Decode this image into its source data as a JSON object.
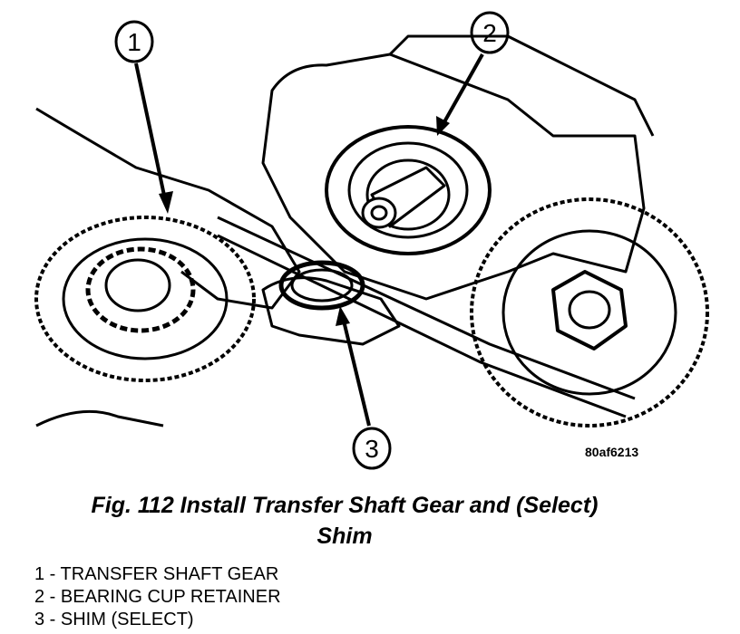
{
  "figure": {
    "callouts": [
      {
        "number": "1"
      },
      {
        "number": "2"
      },
      {
        "number": "3"
      }
    ],
    "image_code": "80af6213",
    "caption_line1": "Fig. 112 Install Transfer Shaft Gear and (Select)",
    "caption_line2": "Shim"
  },
  "legend": [
    "1 - TRANSFER SHAFT GEAR",
    "2 - BEARING CUP RETAINER",
    "3 - SHIM (SELECT)"
  ]
}
